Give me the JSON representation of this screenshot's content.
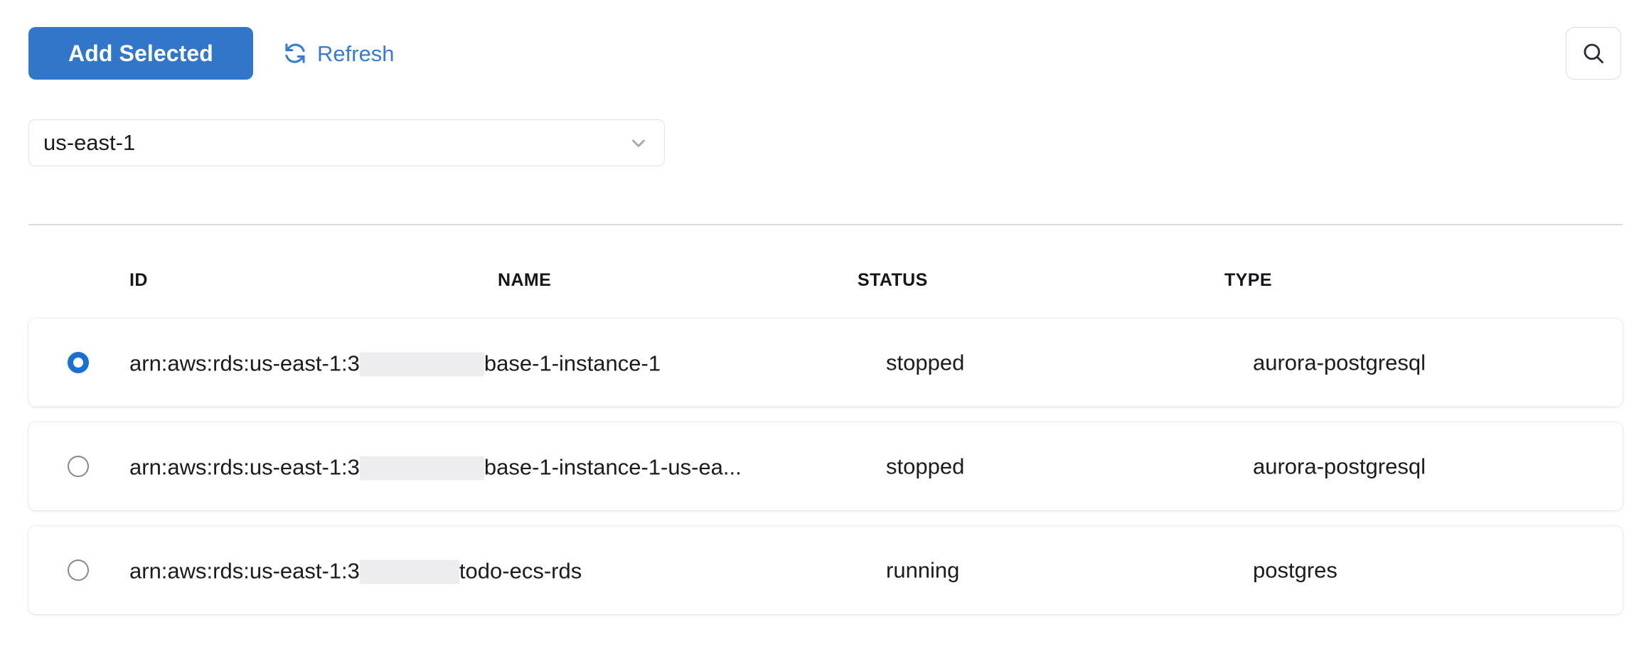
{
  "toolbar": {
    "add_selected_label": "Add Selected",
    "refresh_label": "Refresh",
    "refresh_icon": "refresh-icon",
    "search_icon": "search-icon",
    "accent_color": "#3176c8",
    "link_color": "#3a7bd0"
  },
  "region_select": {
    "value": "us-east-1",
    "chevron_icon": "chevron-down-icon",
    "options": [
      "us-east-1"
    ]
  },
  "table": {
    "columns": [
      "ID",
      "NAME",
      "STATUS",
      "TYPE"
    ],
    "rows": [
      {
        "selected": true,
        "id_prefix": "arn:aws:rds:us-east-1:3",
        "id_redacted_width": 175,
        "id_suffix": "base-1-instance-1",
        "name": "",
        "status": "stopped",
        "type": "aurora-postgresql"
      },
      {
        "selected": false,
        "id_prefix": "arn:aws:rds:us-east-1:3",
        "id_redacted_width": 175,
        "id_suffix": "base-1-instance-1-us-ea...",
        "name": "",
        "status": "stopped",
        "type": "aurora-postgresql"
      },
      {
        "selected": false,
        "id_prefix": "arn:aws:rds:us-east-1:3",
        "id_redacted_width": 140,
        "id_suffix": "todo-ecs-rds",
        "name": "",
        "status": "running",
        "type": "postgres"
      }
    ]
  }
}
